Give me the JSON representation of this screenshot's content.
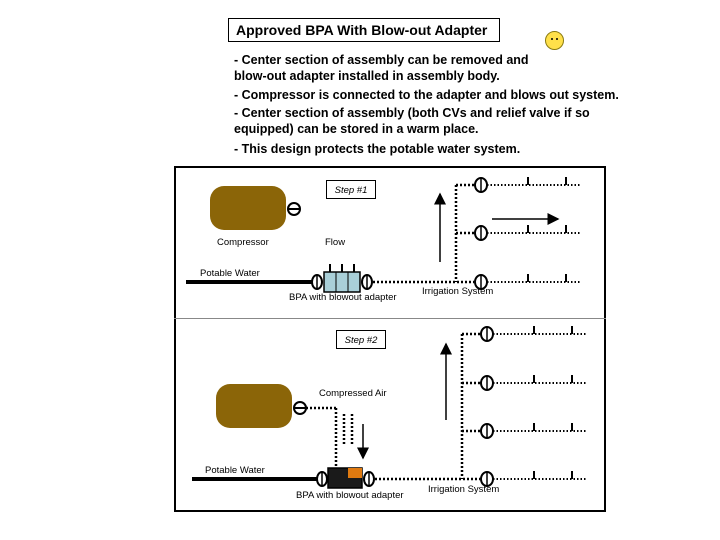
{
  "title": "Approved BPA With Blow-out Adapter",
  "smiley_icon": "smiley-face-icon",
  "bullets": [
    {
      "line1": "- Center section of assembly can be removed and",
      "line2": "blow-out adapter installed in assembly body."
    },
    {
      "line1": "- Compressor is connected to the adapter and blows out system.",
      "line2": ""
    },
    {
      "line1": "- Center section of assembly (both CVs and relief valve if so",
      "line2": "equipped) can be stored in a warm place."
    },
    {
      "line1": "- This design protects the potable water system.",
      "line2": ""
    }
  ],
  "step1": {
    "step_label": "Step #1",
    "compressor_label": "Compressor",
    "flow_label": "Flow",
    "potable_label": "Potable Water",
    "bpa_label": "BPA with blowout adapter",
    "irrigation_label": "Irrigation System"
  },
  "step2": {
    "step_label": "Step #2",
    "air_label": "Compressed Air",
    "potable_label": "Potable Water",
    "bpa_label": "BPA with blowout adapter",
    "irrigation_label": "Irrigation System"
  },
  "colors": {
    "compressor": "#8B6508",
    "bpa_body": "#a9cfd8",
    "adapter_core": "#1a1a1a",
    "adapter_accent": "#e07a10",
    "smiley": "#ffe04a"
  }
}
